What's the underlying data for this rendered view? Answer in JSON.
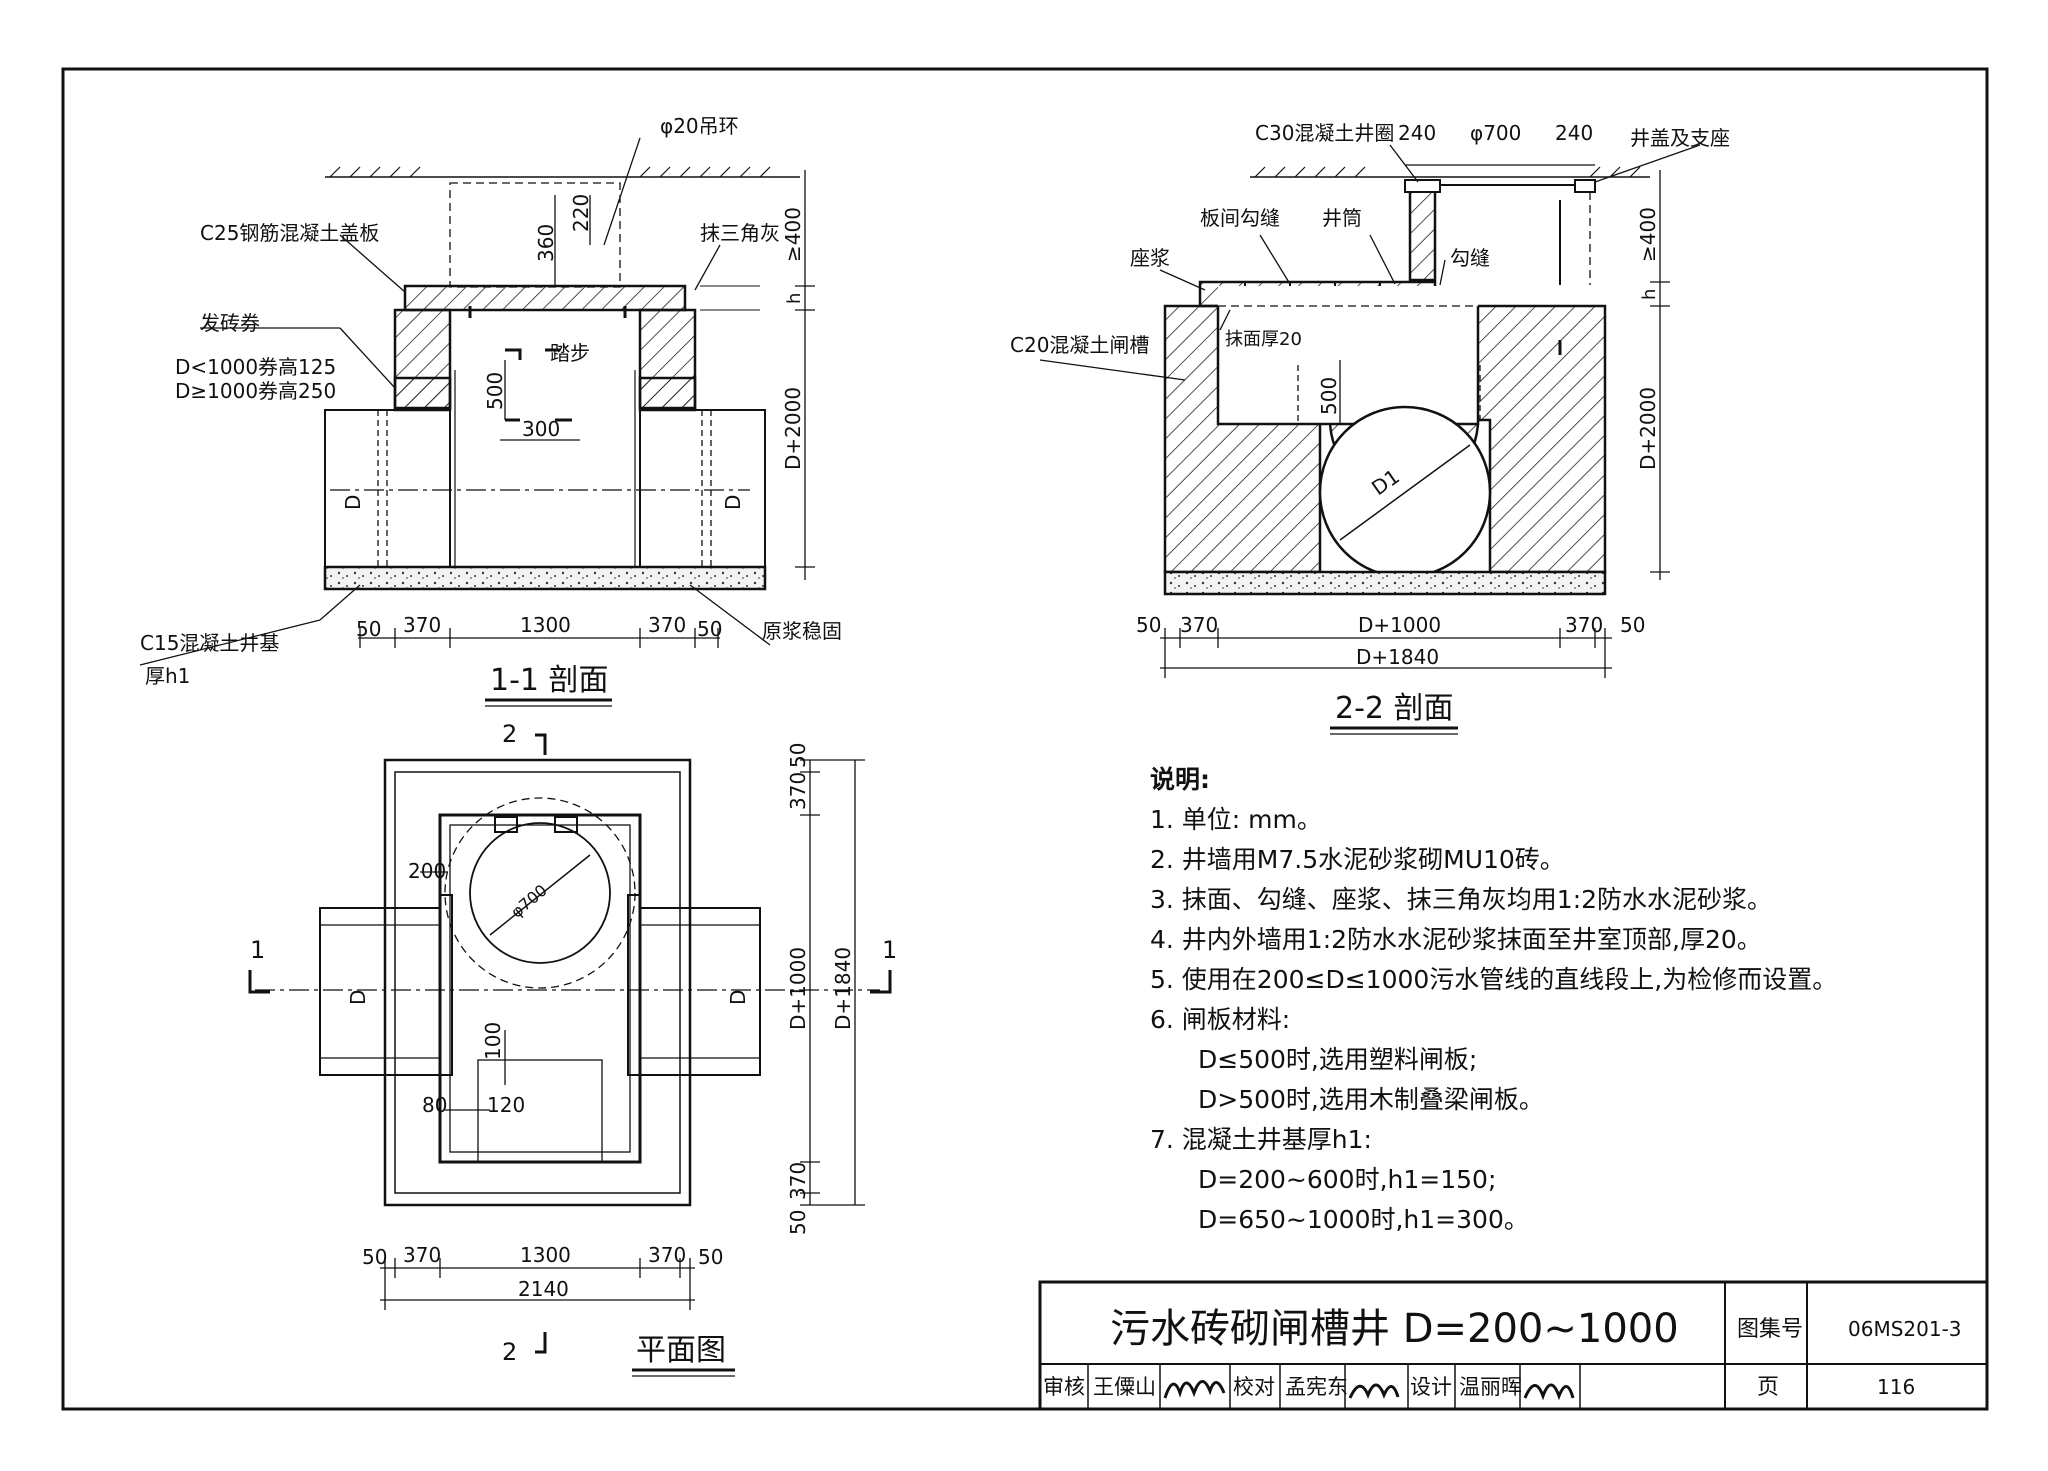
{
  "drawing": {
    "section11": {
      "title": "1-1 剖面",
      "labels": {
        "ring": "φ20吊环",
        "cover": "C25钢筋混凝土盖板",
        "fillet": "抹三角灰",
        "arch": "发砖券",
        "arch_low": "D<1000券高125",
        "arch_high": "D≥1000券高250",
        "step": "踏步",
        "base": "C15混凝土井基",
        "base_h": "厚h1",
        "slurry": "原浆稳固",
        "pipe_d": "D"
      },
      "dims": {
        "d220": "220",
        "d360": "360",
        "d400": "≥400",
        "dh": "h",
        "d500": "500",
        "d300": "300",
        "dD2000": "D+2000",
        "b50a": "50",
        "b370a": "370",
        "b1300": "1300",
        "b370b": "370",
        "b50b": "50"
      }
    },
    "section22": {
      "title": "2-2 剖面",
      "labels": {
        "ring": "C30混凝土井圈",
        "cover": "井盖及支座",
        "joint_board": "板间勾缝",
        "shaft": "井筒",
        "bed": "座浆",
        "joint": "勾缝",
        "gate": "C20混凝土闸槽",
        "plaster": "抹面厚20",
        "d1": "D1"
      },
      "dims": {
        "t240a": "240",
        "t700": "φ700",
        "t240b": "240",
        "d400": "≥400",
        "dh": "h",
        "dD2000": "D+2000",
        "d500": "500",
        "b50a": "50",
        "b370a": "370",
        "bD1000": "D+1000",
        "b370b": "370",
        "b50b": "50",
        "bD1840": "D+1840"
      }
    },
    "plan": {
      "title": "平面图",
      "marks": {
        "sec2_top": "2",
        "sec2_bot": "2",
        "sec1_left": "1",
        "sec1_right": "1"
      },
      "dims": {
        "d200": "200",
        "d700": "φ700",
        "d100": "100",
        "d80": "80",
        "d120": "120",
        "r50a": "50",
        "r370a": "370",
        "rD1000": "D+1000",
        "rD1840": "D+1840",
        "r370b": "370",
        "r50b": "50",
        "b50a": "50",
        "b370a": "370",
        "b1300": "1300",
        "b370b": "370",
        "b50b": "50",
        "b2140": "2140",
        "pipe_d": "D"
      }
    }
  },
  "notes": {
    "heading": "说明:",
    "items": [
      "1. 单位: mm。",
      "2. 井墙用M7.5水泥砂浆砌MU10砖。",
      "3. 抹面、勾缝、座浆、抹三角灰均用1:2防水水泥砂浆。",
      "4. 井内外墙用1:2防水水泥砂浆抹面至井室顶部,厚20。",
      "5. 使用在200≤D≤1000污水管线的直线段上,为检修而设置。",
      "6. 闸板材料:",
      "D≤500时,选用塑料闸板;",
      "D>500时,选用木制叠梁闸板。",
      "7. 混凝土井基厚h1:",
      "D=200~600时,h1=150;",
      "D=650~1000时,h1=300。"
    ]
  },
  "title_block": {
    "title": "污水砖砌闸槽井 D=200~1000",
    "atlas_label": "图集号",
    "atlas_no": "06MS201-3",
    "page_label": "页",
    "page_no": "116",
    "review_label": "审核",
    "review_name": "王僳山",
    "check_label": "校对",
    "check_name": "孟宪东",
    "design_label": "设计",
    "design_name": "温丽晖"
  }
}
